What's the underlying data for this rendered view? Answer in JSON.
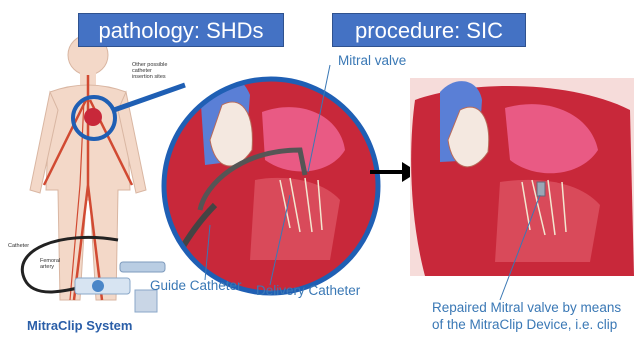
{
  "tags": {
    "pathology": "pathology: SHDs",
    "procedure": "procedure: SIC"
  },
  "labels": {
    "mitral_valve": "Mitral valve",
    "guide_catheter": "Guide Catheter",
    "delivery_catheter": "Delivery Catheter",
    "repaired_line1": "Repaired Mitral valve by means",
    "repaired_line2": "of the MitraClip Device, i.e. clip",
    "other_sites_1": "Other possible",
    "other_sites_2": "catheter",
    "other_sites_3": "insertion sites",
    "catheter": "Catheter",
    "femoral_1": "Femoral",
    "femoral_2": "artery",
    "brand": "MitraClip System"
  },
  "colors": {
    "tag_bg": "#4472c4",
    "circle": "#1f5fb4",
    "label_text": "#3a78b5",
    "heart": "#c8283a"
  }
}
